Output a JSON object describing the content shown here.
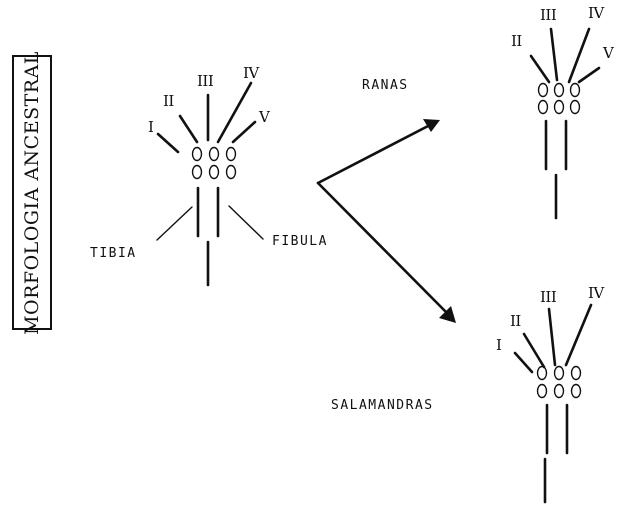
{
  "side_title": "MORFOLOGIA ANCESTRAL",
  "groups": {
    "top": "RANAS",
    "bottom": "SALAMANDRAS"
  },
  "bones": {
    "tibia": "TIBIA",
    "fibula": "FIBULA"
  },
  "ancestral_digits": [
    "I",
    "II",
    "III",
    "IV",
    "V"
  ],
  "frog_digits": [
    "II",
    "III",
    "IV",
    "V"
  ],
  "salamander_digits": [
    "I",
    "II",
    "III",
    "IV"
  ]
}
